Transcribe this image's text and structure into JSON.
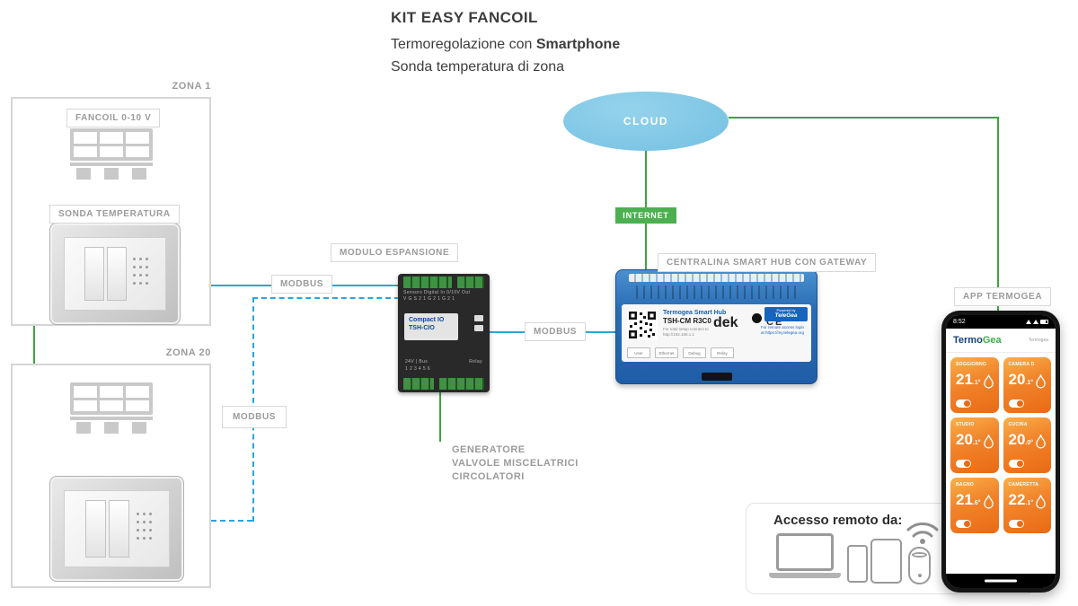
{
  "title": {
    "line1": "KIT EASY FANCOIL",
    "line2_prefix": "Termoregolazione con ",
    "line2_bold": "Smartphone",
    "line3": "Sonda temperatura di zona"
  },
  "zona1": {
    "label": "ZONA 1",
    "fancoil_label": "FANCOIL 0-10 V",
    "sonda_label": "SONDA TEMPERATURA"
  },
  "zona20": {
    "label": "ZONA 20"
  },
  "connections": {
    "modbus_sonda": "MODBUS",
    "modbus_zona20": "MODBUS",
    "modbus_hub": "MODBUS"
  },
  "cloud": {
    "label": "CLOUD"
  },
  "internet": {
    "label": "INTERNET"
  },
  "modulo": {
    "label": "MODULO ESPANSIONE",
    "io_row_top": "Sensors   Digital In   0/10V Out",
    "pin_row_top": "V G S 2 1   G 2 1   G 2 1",
    "device_line1": "Compact IO",
    "device_line2": "TSH-CIO",
    "supply_row": "24V | Bus",
    "pin_row_bottom": "1 2    3 4    5 6",
    "relay": "Relay"
  },
  "hub": {
    "label": "CENTRALINA SMART HUB CON GATEWAY",
    "device_line1": "Termogea Smart Hub",
    "device_line2": "TSH-CM R3C0",
    "device_line3": "For total setup connect to http://192.168.1.1",
    "brand": "dek",
    "ce_mark": "CE",
    "powered_by": "Powered by",
    "powered_brand": "TeleGea",
    "remote_note": "For remote access login at https://my.telegea.org",
    "ports": [
      "User",
      "Ethernet",
      "Debug",
      "Relay"
    ]
  },
  "outputs": {
    "line1": "GENERATORE",
    "line2": "VALVOLE MISCELATRICI",
    "line3": "CIRCOLATORI"
  },
  "app": {
    "label": "APP TERMOGEA",
    "time": "8:52",
    "brand_part1": "Termo",
    "brand_part2": "Gea",
    "brand_small": "Termogea",
    "rooms": [
      {
        "name": "SOGGIORNO",
        "temp": "21",
        "decimal": ".1°"
      },
      {
        "name": "CAMERA D",
        "temp": "20",
        "decimal": ".1°"
      },
      {
        "name": "STUDIO",
        "temp": "20",
        "decimal": ".1°"
      },
      {
        "name": "CUCINA",
        "temp": "20",
        "decimal": ".0°"
      },
      {
        "name": "BAGNO",
        "temp": "21",
        "decimal": ".6°"
      },
      {
        "name": "CAMERETTA",
        "temp": "22",
        "decimal": ".1°"
      }
    ]
  },
  "remote_access": {
    "title": "Accesso remoto da:"
  },
  "colors": {
    "line_green": "#3fa43f",
    "line_blue": "#2aa5dd",
    "cloud_blue": "#7cc5e6",
    "internet_green": "#4caf50",
    "label_gray": "#9b9b9b",
    "tile_orange": "#ee7b1c",
    "hub_blue": "#2a6fb8",
    "brand_blue": "#16427c",
    "brand_green": "#3fae49"
  }
}
